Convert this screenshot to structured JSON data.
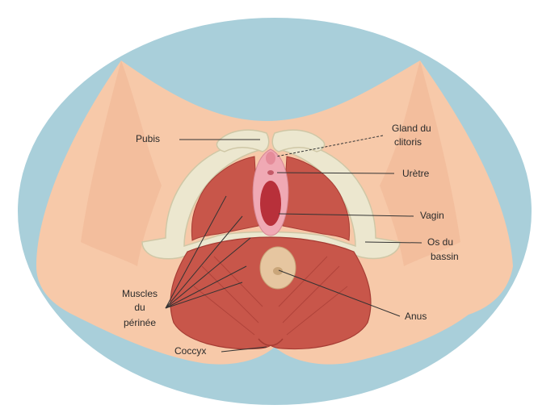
{
  "labels": {
    "pubis": "Pubis",
    "gland_line1": "Gland du",
    "gland_line2": "clitoris",
    "uretre": "Urètre",
    "vagin": "Vagin",
    "os_line1": "Os du",
    "os_line2": "bassin",
    "muscles_line1": "Muscles",
    "muscles_line2": "du",
    "muscles_line3": "périnée",
    "anus": "Anus",
    "coccyx": "Coccyx"
  },
  "colors": {
    "background_oval": "#a9cfda",
    "skin": "#f7c9a9",
    "skin_dark": "#e9a885",
    "bone": "#ece7cf",
    "bone_outline": "#cfc7a6",
    "muscle": "#c8564a",
    "muscle_dark": "#a63c34",
    "vulva_pink": "#f0a9b4",
    "vagina_inner": "#b8303a",
    "anus": "#e6c6a0"
  }
}
